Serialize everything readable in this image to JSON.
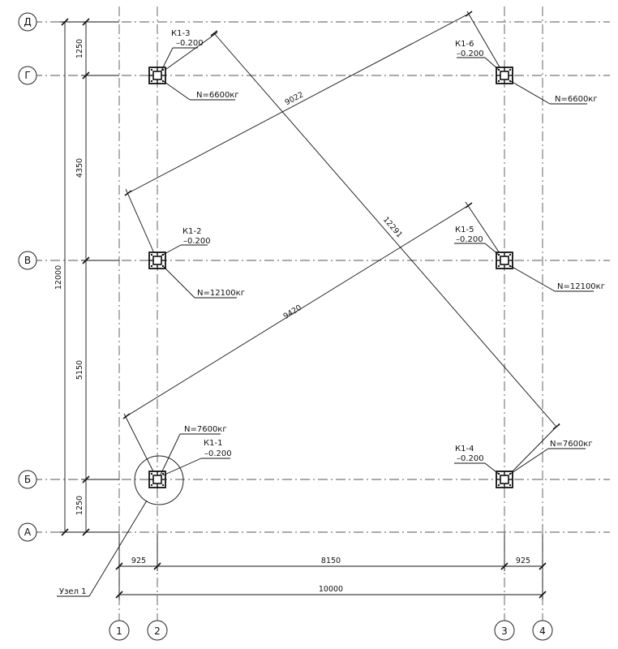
{
  "axes": {
    "rows": [
      "Д",
      "Г",
      "В",
      "Б",
      "А"
    ],
    "cols": [
      "1",
      "2",
      "3",
      "4"
    ]
  },
  "dims": {
    "left": [
      "1250",
      "4350",
      "5150",
      "1250"
    ],
    "overall_height": "12000",
    "bottom": [
      "925",
      "8150",
      "925"
    ],
    "overall_width": "10000"
  },
  "diagonals": [
    "9022",
    "12291",
    "9420"
  ],
  "foundations": [
    {
      "mark": "К1-3",
      "level": "–0.200",
      "load": "N=6600кг"
    },
    {
      "mark": "К1-6",
      "level": "–0.200",
      "load": "N=6600кг"
    },
    {
      "mark": "К1-2",
      "level": "–0.200",
      "load": "N=12100кг"
    },
    {
      "mark": "К1-5",
      "level": "–0.200",
      "load": "N=12100кг"
    },
    {
      "mark": "К1-1",
      "level": "–0.200",
      "load": "N=7600кг"
    },
    {
      "mark": "К1-4",
      "level": "–0.200",
      "load": "N=7600кг"
    }
  ],
  "node_label": "Узел 1"
}
